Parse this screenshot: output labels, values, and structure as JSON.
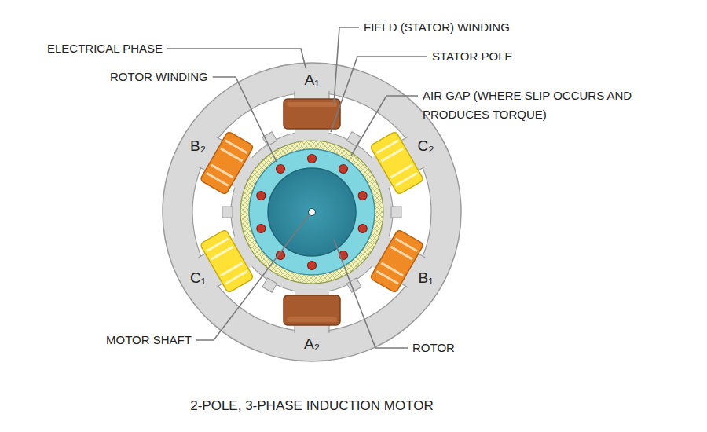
{
  "diagram": {
    "caption": "2-POLE, 3-PHASE INDUCTION MOTOR",
    "labels": [
      "ELECTRICAL PHASE",
      "ROTOR WINDING",
      "FIELD (STATOR) WINDING",
      "STATOR POLE",
      "AIR GAP (WHERE SLIP OCCURS AND PRODUCES TORQUE)",
      "MOTOR SHAFT",
      "ROTOR",
      "A₁",
      "B₂",
      "C₂",
      "C₁",
      "B₁",
      "A₂"
    ]
  }
}
